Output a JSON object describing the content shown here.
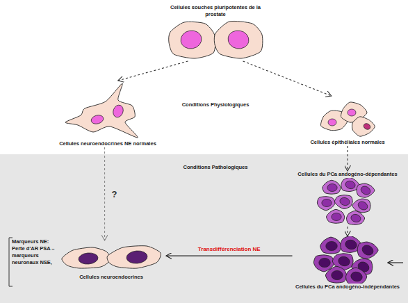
{
  "diagram": {
    "nodes": [
      {
        "text": [
          "Cellules souches pluripotentes de la prostate"
        ]
      },
      {
        "text": [
          "Cellules neuroendocrines NE normales"
        ]
      },
      {
        "text": [
          "Cellules épithéliales normales"
        ]
      },
      {
        "text": [
          "Cellules du PCa andogéno-dépendantes"
        ]
      },
      {
        "text": [
          "Cellules du PCa andogéno-indépendantes"
        ]
      },
      {
        "text": [
          "Cellules neuroendocrines"
        ]
      }
    ],
    "edges": [
      {
        "from": 0,
        "to": 1,
        "arrow": "to"
      },
      {
        "from": 0,
        "to": 2,
        "arrow": "to"
      },
      {
        "from": 2,
        "to": 3,
        "arrow": "to"
      },
      {
        "from": 3,
        "to": 4,
        "arrow": "to"
      },
      {
        "from": 4,
        "to": 5,
        "label": "Transdifférenciation NE",
        "arrow": "to"
      },
      {
        "from": 1,
        "to": 5,
        "label": "?",
        "arrow": "to"
      }
    ],
    "labels": [
      "Conditions Physiologiques",
      "Conditions Pathologiques",
      "Marqueurs NE: Perte d'AR PSA – marqueurs neuronaux NSE,"
    ]
  }
}
